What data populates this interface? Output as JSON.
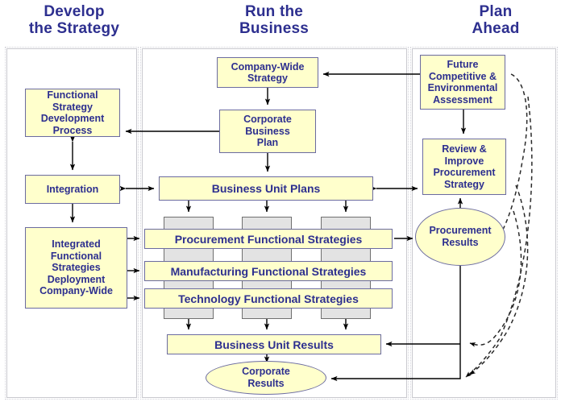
{
  "headings": {
    "develop": "Develop\nthe Strategy",
    "run": "Run the\nBusiness",
    "plan": "Plan\nAhead"
  },
  "colors": {
    "node_fill": "#FFFFCC",
    "node_border": "#6B6BA0",
    "text": "#2D2F8F",
    "gray_fill": "#E3E3E3",
    "gray_border": "#6F6F6F",
    "panel_border": "#C9C9CF",
    "connector": "#000000",
    "background": "#FFFFFF"
  },
  "nodes": {
    "functional_strategy_development_process": "Functional\nStrategy\nDevelopment\nProcess",
    "integration": "Integration",
    "integrated_functional_strategies_deployment_company_wide": "Integrated\nFunctional\nStrategies\nDeployment\nCompany-Wide",
    "company_wide_strategy": "Company-Wide\nStrategy",
    "corporate_business_plan": "Corporate\nBusiness\nPlan",
    "business_unit_plans": "Business Unit Plans",
    "procurement_functional_strategies": "Procurement Functional Strategies",
    "manufacturing_functional_strategies": "Manufacturing Functional Strategies",
    "technology_functional_strategies": "Technology Functional Strategies",
    "business_unit_results": "Business Unit Results",
    "corporate_results": "Corporate\nResults",
    "future_competitive_environmental_assessment": "Future\nCompetitive &\nEnvironmental\nAssessment",
    "review_improve_procurement_strategy": "Review &\nImprove\nProcurement\nStrategy",
    "procurement_results": "Procurement\nResults"
  },
  "connectors": [
    {
      "name": "company-wide-strategy-to-corporate-business-plan",
      "style": "solid",
      "arrows": "end"
    },
    {
      "name": "corporate-business-plan-to-business-unit-plans",
      "style": "solid",
      "arrows": "end"
    },
    {
      "name": "corporate-business-plan-to-functional-strategy-development-process",
      "style": "solid",
      "arrows": "end"
    },
    {
      "name": "functional-strategy-development-process-to-integration",
      "style": "solid",
      "arrows": "both"
    },
    {
      "name": "integration-to-business-unit-plans",
      "style": "solid",
      "arrows": "both"
    },
    {
      "name": "integration-to-integrated-functional-strategies",
      "style": "solid",
      "arrows": "end"
    },
    {
      "name": "integrated-functional-strategies-to-procurement",
      "style": "solid",
      "arrows": "end"
    },
    {
      "name": "integrated-functional-strategies-to-manufacturing",
      "style": "solid",
      "arrows": "end"
    },
    {
      "name": "integrated-functional-strategies-to-technology",
      "style": "solid",
      "arrows": "end"
    },
    {
      "name": "business-unit-plans-to-business-units",
      "style": "solid",
      "arrows": "end"
    },
    {
      "name": "business-units-to-business-unit-results",
      "style": "solid",
      "arrows": "end"
    },
    {
      "name": "business-unit-results-to-corporate-results",
      "style": "solid",
      "arrows": "end"
    },
    {
      "name": "future-assessment-to-company-wide-strategy",
      "style": "solid",
      "arrows": "end"
    },
    {
      "name": "future-assessment-to-review-improve-procurement-strategy",
      "style": "solid",
      "arrows": "end"
    },
    {
      "name": "business-unit-plans-to-review-improve-procurement-strategy",
      "style": "solid",
      "arrows": "both"
    },
    {
      "name": "procurement-strategies-to-procurement-results",
      "style": "solid",
      "arrows": "end"
    },
    {
      "name": "procurement-results-to-review-improve-procurement-strategy",
      "style": "solid",
      "arrows": "end"
    },
    {
      "name": "business-unit-results-feedback",
      "style": "solid",
      "arrows": "end"
    },
    {
      "name": "corporate-results-feedback",
      "style": "solid",
      "arrows": "end"
    },
    {
      "name": "procurement-results-feedback-dashed",
      "style": "dashed",
      "arrows": "end"
    },
    {
      "name": "business-unit-results-dashed-feedback",
      "style": "dashed",
      "arrows": "end"
    },
    {
      "name": "corporate-results-dashed-feedback",
      "style": "dashed",
      "arrows": "end"
    }
  ]
}
